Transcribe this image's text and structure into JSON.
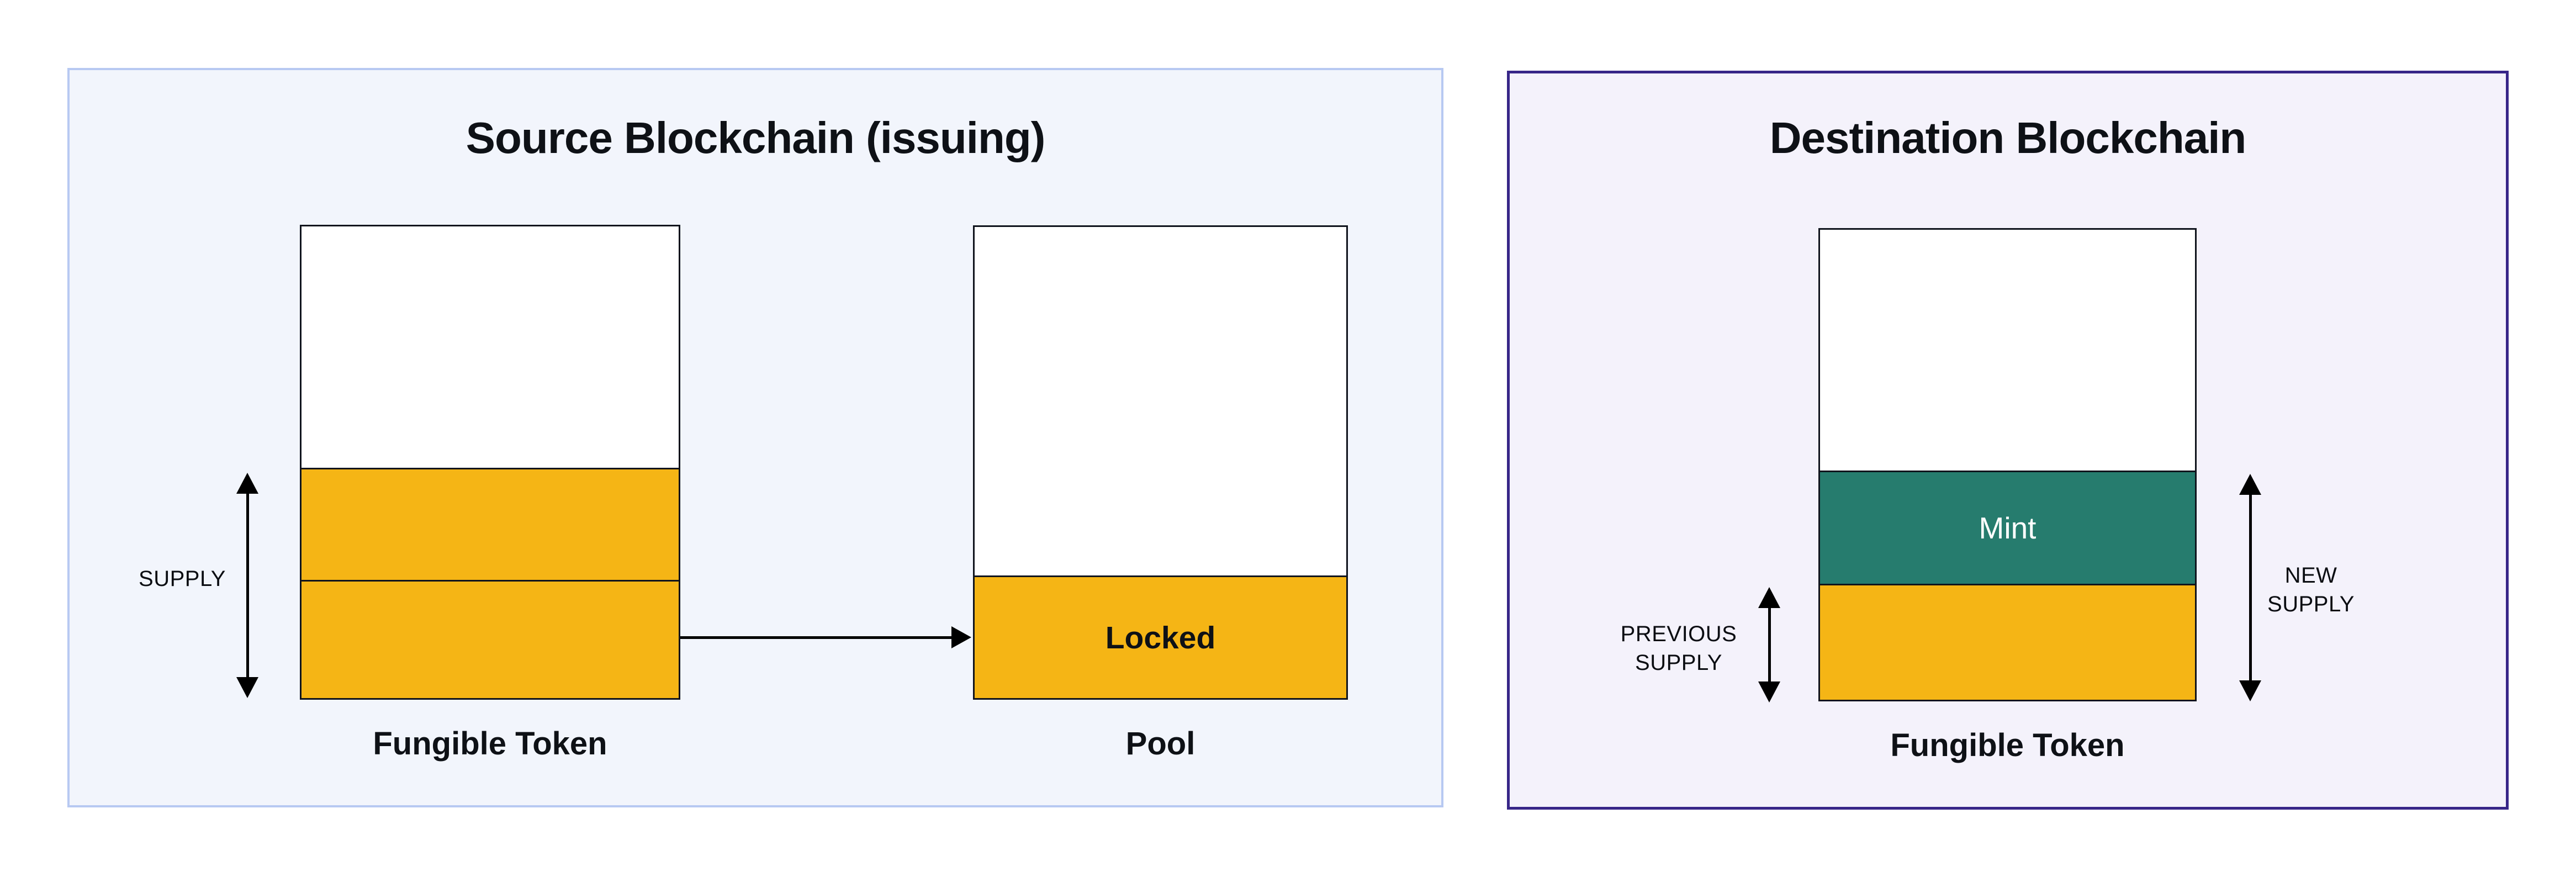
{
  "colors": {
    "amber": "#F5B515",
    "teal": "#267C6E",
    "src-bg": "#F2F5FC",
    "src-border": "#B7C9F2",
    "dest-bg": "#F4F2FB",
    "dest-border": "#372688",
    "line": "#10141D",
    "ink": "#0E1116"
  },
  "source_panel": {
    "title": "Source Blockchain (issuing)",
    "supply_label": "SUPPLY",
    "fungible_token_bar": {
      "label": "Fungible Token",
      "segments": [
        {
          "name": "unfilled",
          "height_pct": 51.5
        },
        {
          "name": "supply-upper",
          "height_pct": 23.6
        },
        {
          "name": "supply-lower",
          "height_pct": 24.9
        }
      ]
    },
    "pool_bar": {
      "label": "Pool",
      "locked_label": "Locked",
      "segments": [
        {
          "name": "unfilled",
          "height_pct": 74.2
        },
        {
          "name": "locked",
          "height_pct": 25.8
        }
      ]
    }
  },
  "destination_panel": {
    "title": "Destination Blockchain",
    "previous_supply_label": {
      "line1": "PREVIOUS",
      "line2": "SUPPLY"
    },
    "new_supply_label": {
      "line1": "NEW",
      "line2": "SUPPLY"
    },
    "fungible_token_bar": {
      "label": "Fungible Token",
      "mint_label": "Mint",
      "segments": [
        {
          "name": "unfilled",
          "height_pct": 51.3
        },
        {
          "name": "mint",
          "height_pct": 24.0
        },
        {
          "name": "previous-supply",
          "height_pct": 24.7
        }
      ]
    }
  }
}
